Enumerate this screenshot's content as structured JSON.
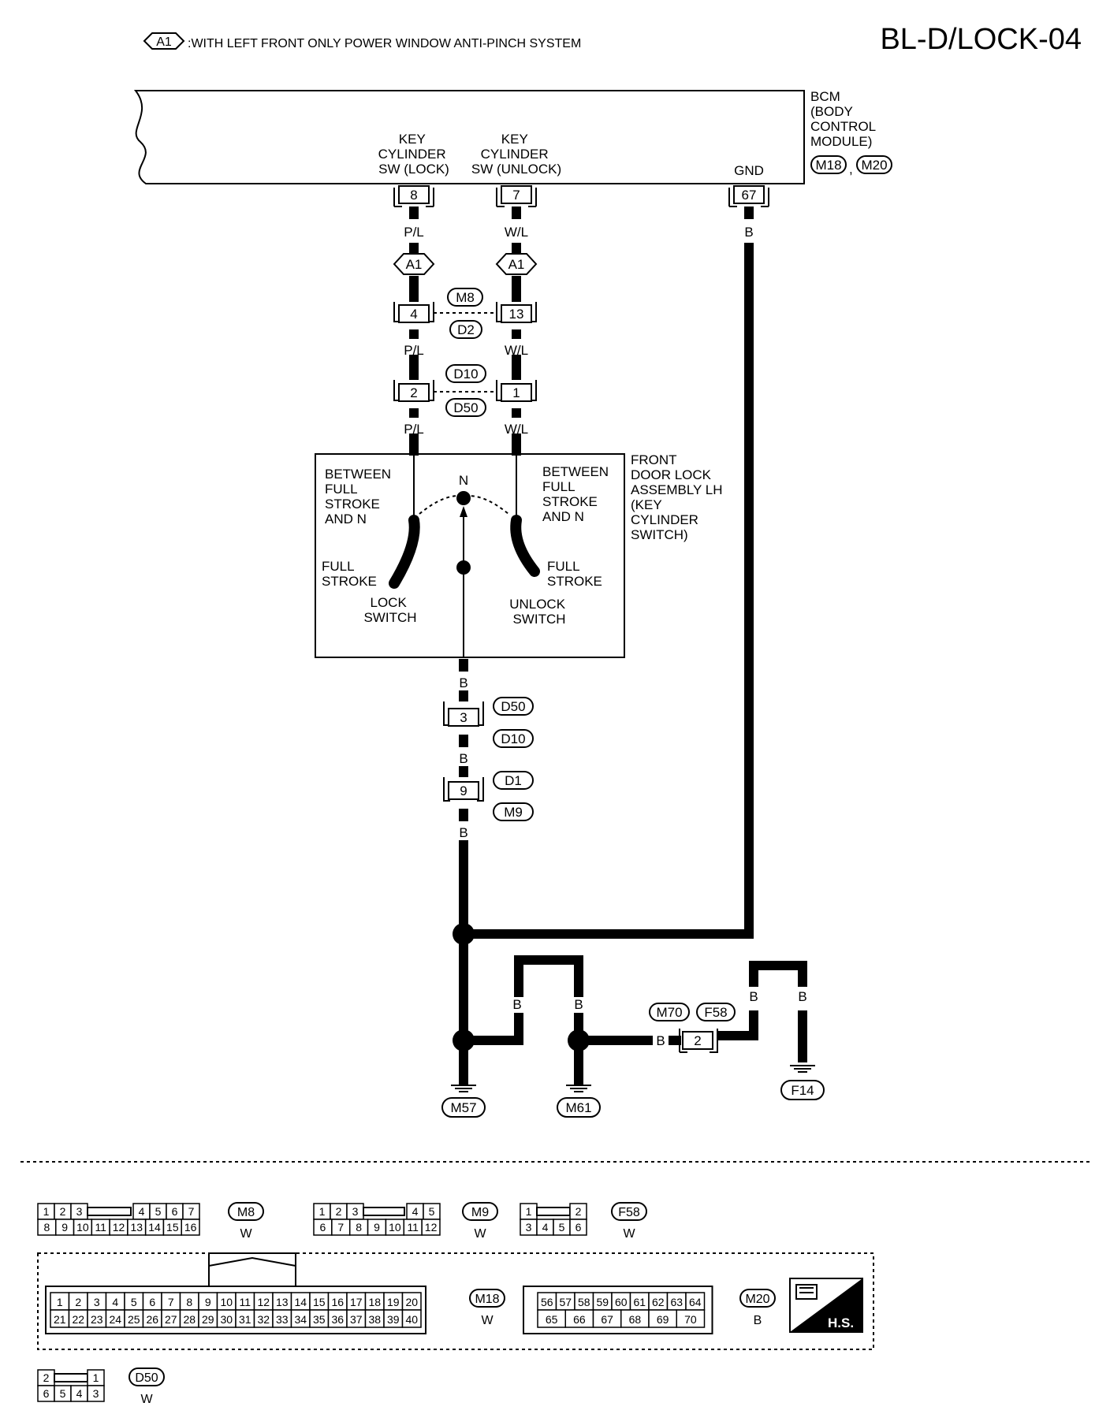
{
  "header": {
    "option_code": "A1",
    "option_text": ":WITH LEFT FRONT ONLY POWER WINDOW ANTI-PINCH SYSTEM",
    "page_code": "BL-D/LOCK-04"
  },
  "bcm": {
    "label_lines": [
      "BCM",
      "(BODY",
      "CONTROL",
      "MODULE)"
    ],
    "connector_a": "M18",
    "connector_b": "M20",
    "pins": [
      {
        "num": "8",
        "label_lines": [
          "KEY",
          "CYLINDER",
          "SW (LOCK)"
        ]
      },
      {
        "num": "7",
        "label_lines": [
          "KEY",
          "CYLINDER",
          "SW (UNLOCK)"
        ]
      },
      {
        "num": "67",
        "label_lines": [
          "GND"
        ]
      }
    ]
  },
  "wires": {
    "lock_color": "P/L",
    "unlock_color": "W/L",
    "ground_color": "B"
  },
  "option_markers": [
    "A1",
    "A1"
  ],
  "junctions": [
    {
      "left_pin": "4",
      "right_pin": "13",
      "upper_connector": "M8",
      "lower_connector": "D2"
    },
    {
      "left_pin": "2",
      "right_pin": "1",
      "upper_connector": "D10",
      "lower_connector": "D50"
    }
  ],
  "door_lock": {
    "label_lines": [
      "FRONT",
      "DOOR LOCK",
      "ASSEMBLY LH",
      "(KEY",
      "CYLINDER",
      "SWITCH)"
    ],
    "neutral": "N",
    "left_between_lines": [
      "BETWEEN",
      "FULL",
      "STROKE",
      "AND N"
    ],
    "right_between_lines": [
      "BETWEEN",
      "FULL",
      "STROKE",
      "AND N"
    ],
    "left_full_lines": [
      "FULL",
      "STROKE"
    ],
    "right_full_lines": [
      "FULL",
      "STROKE"
    ],
    "lock_switch_lines": [
      "LOCK",
      "SWITCH"
    ],
    "unlock_switch_lines": [
      "UNLOCK",
      "SWITCH"
    ]
  },
  "ground_connectors": [
    {
      "pin": "3",
      "upper": "D50",
      "lower": "D10"
    },
    {
      "pin": "9",
      "upper": "D1",
      "lower": "M9"
    }
  ],
  "grounds": [
    "M57",
    "M61",
    "F14"
  ],
  "f58_connector": {
    "pin": "2",
    "left": "M70",
    "right": "F58"
  },
  "connector_views": {
    "m8": {
      "name": "M8",
      "color": "W",
      "row1": [
        "1",
        "2",
        "3",
        "4",
        "5",
        "6",
        "7"
      ],
      "row2": [
        "8",
        "9",
        "10",
        "11",
        "12",
        "13",
        "14",
        "15",
        "16"
      ]
    },
    "m9": {
      "name": "M9",
      "color": "W",
      "row1": [
        "1",
        "2",
        "3",
        "4",
        "5"
      ],
      "row2": [
        "6",
        "7",
        "8",
        "9",
        "10",
        "11",
        "12"
      ]
    },
    "f58": {
      "name": "F58",
      "color": "W",
      "row1": [
        "1",
        "2"
      ],
      "row2": [
        "3",
        "4",
        "5",
        "6"
      ]
    },
    "m18": {
      "name": "M18",
      "color": "W",
      "row1": [
        "1",
        "2",
        "3",
        "4",
        "5",
        "6",
        "7",
        "8",
        "9",
        "10",
        "11",
        "12",
        "13",
        "14",
        "15",
        "16",
        "17",
        "18",
        "19",
        "20"
      ],
      "row2": [
        "21",
        "22",
        "23",
        "24",
        "25",
        "26",
        "27",
        "28",
        "29",
        "30",
        "31",
        "32",
        "33",
        "34",
        "35",
        "36",
        "37",
        "38",
        "39",
        "40"
      ]
    },
    "m20": {
      "name": "M20",
      "color": "B",
      "row1": [
        "56",
        "57",
        "58",
        "59",
        "60",
        "61",
        "62",
        "63",
        "64"
      ],
      "row2": [
        "65",
        "66",
        "67",
        "68",
        "69",
        "70"
      ]
    },
    "d50": {
      "name": "D50",
      "color": "W",
      "row1": [
        "2",
        "1"
      ],
      "row2": [
        "6",
        "5",
        "4",
        "3"
      ]
    }
  },
  "hs_badge": "H.S."
}
